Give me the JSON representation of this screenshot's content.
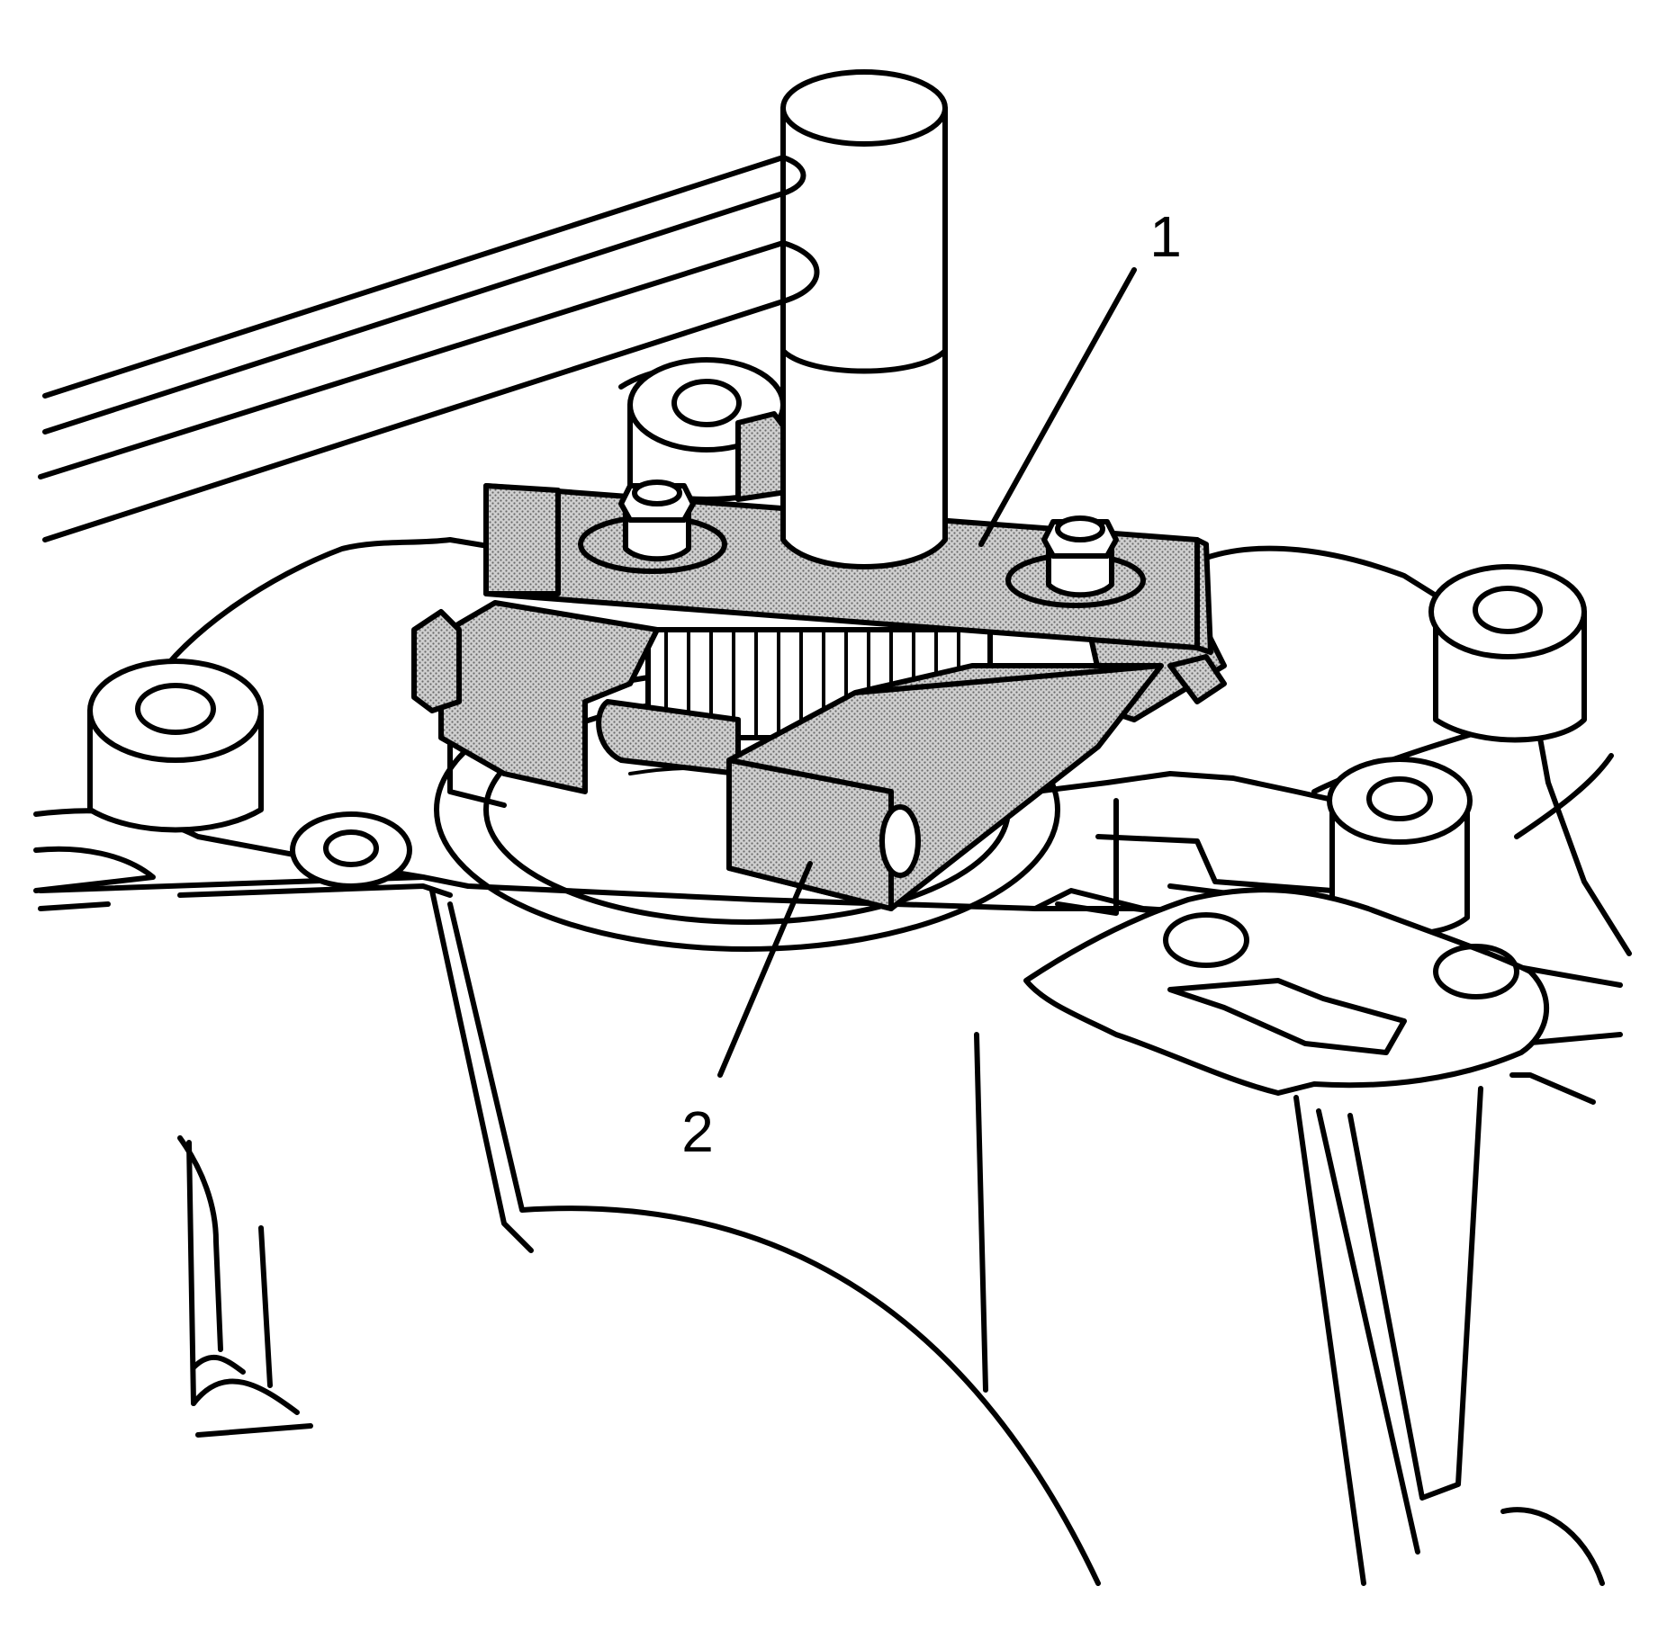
{
  "callouts": [
    {
      "id": "1",
      "label": "1"
    },
    {
      "id": "2",
      "label": "2"
    }
  ],
  "colors": {
    "line": "#000000",
    "background": "#ffffff",
    "stipple": "#9a9a9a"
  }
}
